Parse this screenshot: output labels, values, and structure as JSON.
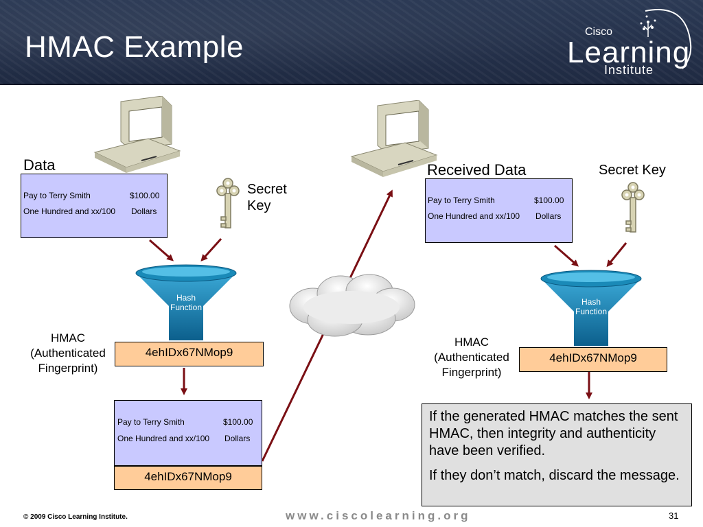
{
  "slide": {
    "title": "HMAC Example",
    "logo": {
      "small": "Cisco",
      "main": "Learning",
      "sub": "Institute"
    }
  },
  "sender": {
    "data_label": "Data",
    "data_box": {
      "payee": "Pay to Terry Smith",
      "amount": "$100.00",
      "words": "One Hundred and xx/100",
      "unit": "Dollars"
    },
    "secret_key_label": [
      "Secret",
      "Key"
    ],
    "hash_function": [
      "Hash",
      "Function"
    ],
    "hmac_label": [
      "HMAC",
      "(Authenticated",
      "Fingerprint)"
    ],
    "hmac_value": "4ehIDx67NMop9",
    "sent_box": {
      "payee": "Pay to Terry Smith",
      "amount": "$100.00",
      "words": "One Hundred and xx/100",
      "unit": "Dollars",
      "hmac": "4ehIDx67NMop9"
    }
  },
  "receiver": {
    "data_label": "Received Data",
    "secret_key_label": "Secret Key",
    "data_box": {
      "payee": "Pay to Terry Smith",
      "amount": "$100.00",
      "words": "One Hundred and xx/100",
      "unit": "Dollars"
    },
    "hash_function": [
      "Hash",
      "Function"
    ],
    "hmac_label": [
      "HMAC",
      "(Authenticated",
      "Fingerprint)"
    ],
    "hmac_value": "4ehIDx67NMop9"
  },
  "note": [
    "If the generated HMAC matches the sent HMAC, then integrity and authenticity have been verified.",
    "If they don’t match, discard the message."
  ],
  "footer": {
    "copyright": "© 2009 Cisco Learning Institute.",
    "url": "www.ciscolearning.org",
    "page": "31"
  },
  "colors": {
    "arrow": "#7a0f14",
    "data_box": "#c9c9ff",
    "hmac_box": "#ffcc99",
    "note_box": "#e0e0e0",
    "header": "#243049"
  }
}
